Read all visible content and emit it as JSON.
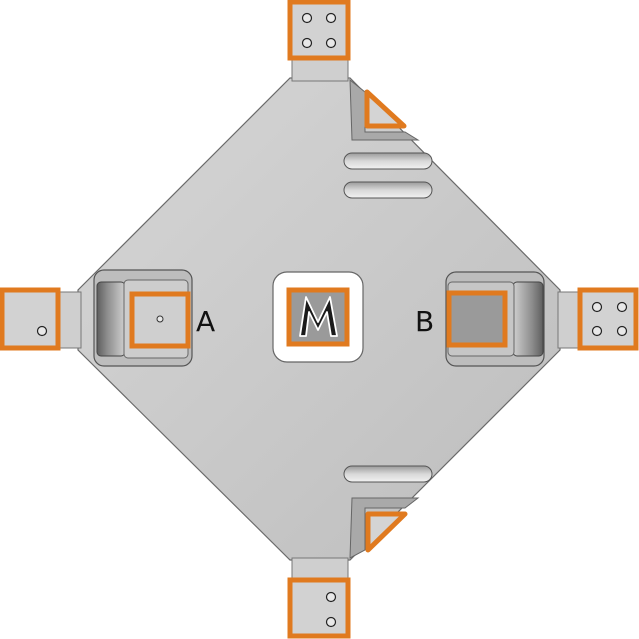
{
  "labels": {
    "left_part": "A",
    "right_part": "B",
    "center_logo": "M"
  },
  "colors": {
    "background": "#ffffff",
    "plate_fill": "#c8c8c8",
    "plate_shadow": "#a4a4a4",
    "accent_orange": "#e07a1f",
    "slot_dark": "#8c8c8c",
    "screw_fill": "#e8e8e8",
    "text": "#111111"
  },
  "icons": {
    "mounting_tab": "tab-with-screws-icon",
    "corner_bracket": "triangle-gusset-icon",
    "logo": "m-logo-icon",
    "screw": "screw-head-icon"
  }
}
